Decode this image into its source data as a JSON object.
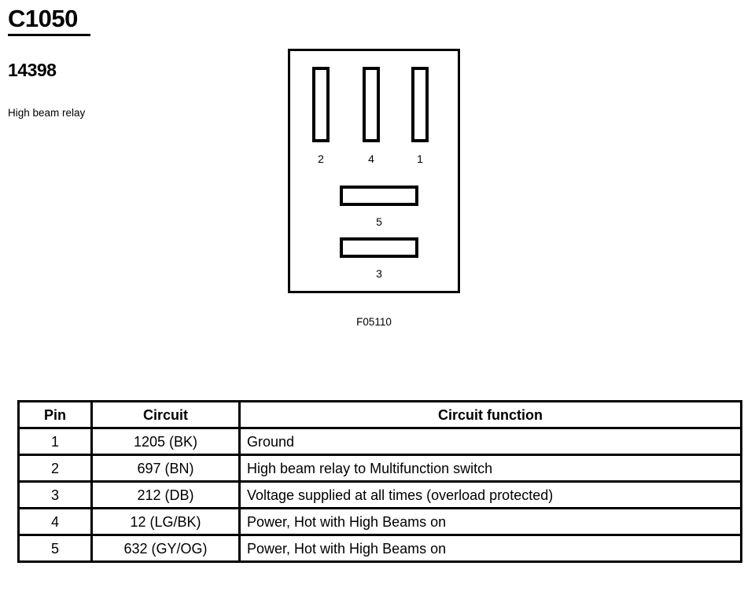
{
  "header": {
    "connector_id": "C1050",
    "part_number": "14398",
    "description": "High beam relay"
  },
  "diagram": {
    "caption": "F05110",
    "cavities": [
      {
        "pin": "2",
        "orientation": "vertical"
      },
      {
        "pin": "4",
        "orientation": "vertical"
      },
      {
        "pin": "1",
        "orientation": "vertical"
      },
      {
        "pin": "5",
        "orientation": "horizontal"
      },
      {
        "pin": "3",
        "orientation": "horizontal"
      }
    ]
  },
  "table": {
    "columns": [
      "Pin",
      "Circuit",
      "Circuit function"
    ],
    "rows": [
      {
        "pin": "1",
        "circuit": "1205 (BK)",
        "function": "Ground"
      },
      {
        "pin": "2",
        "circuit": "697 (BN)",
        "function": "High beam relay to Multifunction switch"
      },
      {
        "pin": "3",
        "circuit": "212 (DB)",
        "function": "Voltage supplied at all times (overload protected)"
      },
      {
        "pin": "4",
        "circuit": "12 (LG/BK)",
        "function": "Power, Hot with High Beams on"
      },
      {
        "pin": "5",
        "circuit": "632 (GY/OG)",
        "function": "Power, Hot with High Beams on"
      }
    ]
  },
  "colors": {
    "ink": "#000000",
    "paper": "#ffffff"
  }
}
